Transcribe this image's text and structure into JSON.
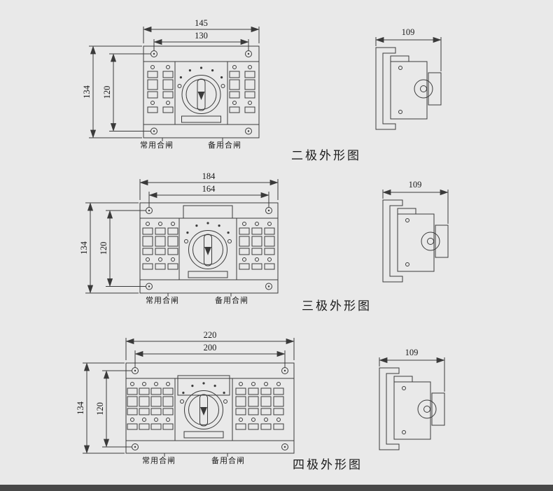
{
  "colors": {
    "background": "#e9e9e9",
    "line": "#3a3a3a",
    "text": "#1a1a1a",
    "footer": "#474747"
  },
  "diagrams": [
    {
      "caption": "二极外形图",
      "front": {
        "dim_outer_width": "145",
        "dim_inner_width": "130",
        "dim_outer_height": "134",
        "dim_inner_height": "120",
        "label_normal": "常用合闸",
        "label_backup": "备用合闸"
      },
      "side": {
        "dim_width": "109"
      }
    },
    {
      "caption": "三极外形图",
      "front": {
        "dim_outer_width": "184",
        "dim_inner_width": "164",
        "dim_outer_height": "134",
        "dim_inner_height": "120",
        "label_normal": "常用合闸",
        "label_backup": "备用合闸"
      },
      "side": {
        "dim_width": "109"
      }
    },
    {
      "caption": "四极外形图",
      "front": {
        "dim_outer_width": "220",
        "dim_inner_width": "200",
        "dim_outer_height": "134",
        "dim_inner_height": "120",
        "label_normal": "常用合闸",
        "label_backup": "备用合闸"
      },
      "side": {
        "dim_width": "109"
      }
    }
  ]
}
